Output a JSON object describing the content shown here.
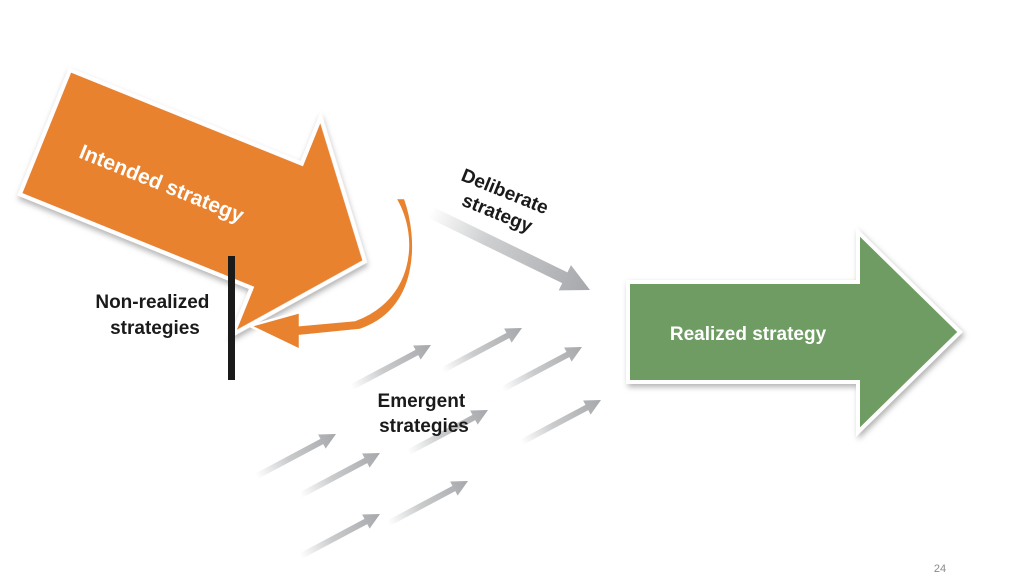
{
  "labels": {
    "intended": "Intended strategy",
    "deliberate_line1": "Deliberate",
    "deliberate_line2": "strategy",
    "nonrealized_line1": "Non-realized",
    "nonrealized_line2": "strategies",
    "emergent_line1": "Emergent",
    "emergent_line2": "strategies",
    "realized": "Realized strategy"
  },
  "slide_number": "24",
  "colors": {
    "intended": "#e8822e",
    "realized": "#6e9c62",
    "deliberate": "#a6a8ab",
    "emergent": "#a6a8ab",
    "bar": "#1a1a1a",
    "text": "#1a1a1a"
  }
}
